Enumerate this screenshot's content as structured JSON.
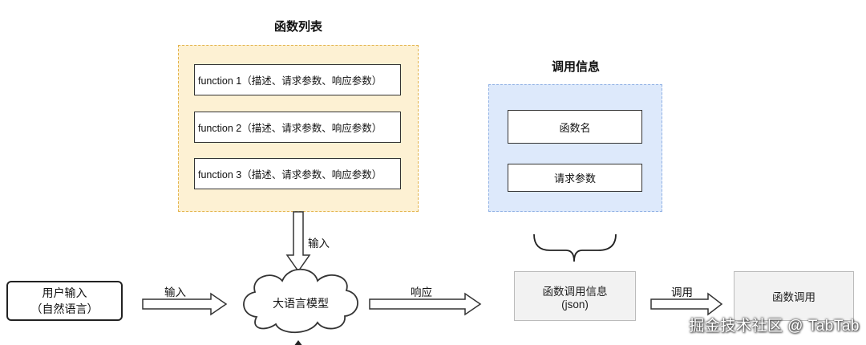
{
  "function_list": {
    "title": "函数列表",
    "items": [
      "function 1（描述、请求参数、响应参数）",
      "function 2（描述、请求参数、响应参数）",
      "function 3（描述、请求参数、响应参数）"
    ]
  },
  "call_info": {
    "title": "调用信息",
    "fields": [
      "函数名",
      "请求参数"
    ]
  },
  "flow": {
    "user_input_line1": "用户输入",
    "user_input_line2": "（自然语言）",
    "llm_label": "大语言模型",
    "call_info_line1": "函数调用信息",
    "call_info_line2": "(json)",
    "function_call": "函数调用"
  },
  "edges": {
    "input_top": "输入",
    "input_left": "输入",
    "response": "响应",
    "invoke": "调用"
  },
  "watermark": "掘金技术社区 @ TabTab",
  "colors": {
    "function_group_fill": "#fdf1d3",
    "function_group_border": "#e3b34b",
    "call_group_fill": "#dde9fb",
    "call_group_border": "#8fb0e4"
  }
}
